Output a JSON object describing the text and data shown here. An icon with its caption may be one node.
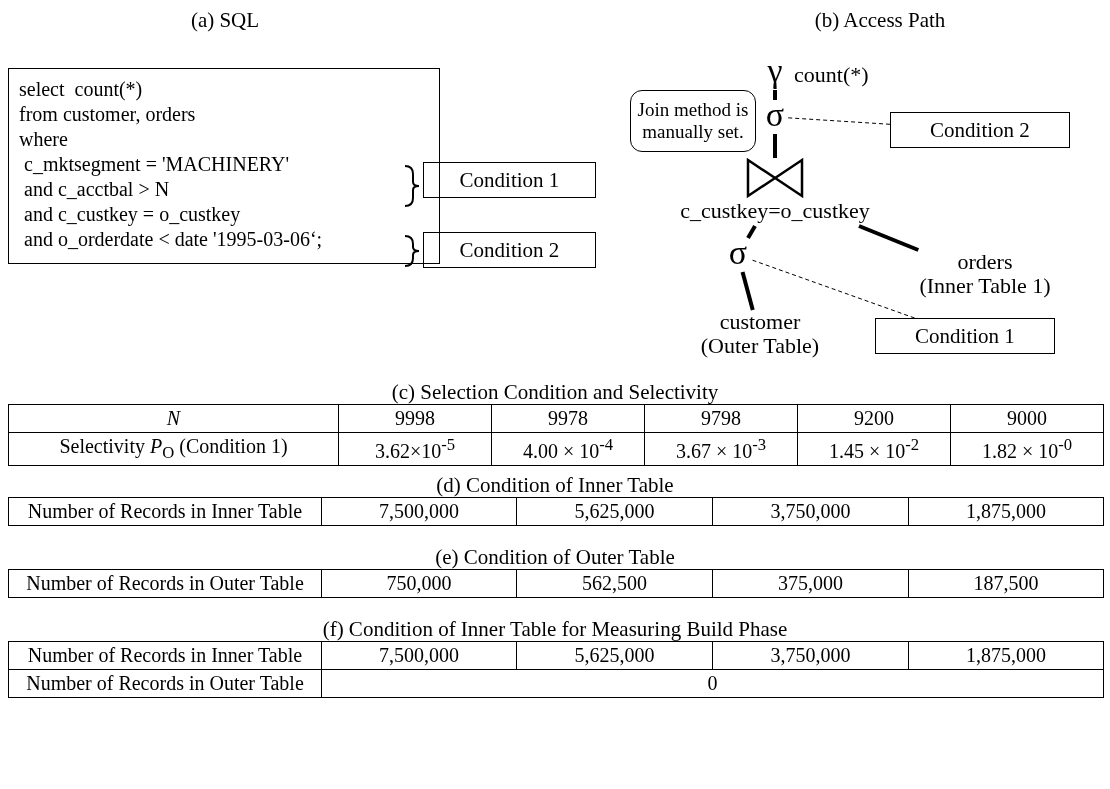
{
  "diagram": {
    "nodes": [
      {
        "text": [
          "select  count(*)",
          "from customer, orders",
          "where",
          " c_mktsegment = 'MACHINERY'",
          " and c_acctbal > N",
          " and c_custkey = o_custkey",
          " and o_orderdate < date '1995-03-06‘;"
        ]
      },
      {
        "text": [
          "Condition 1"
        ]
      },
      {
        "text": [
          "Condition 2"
        ]
      },
      {
        "text": [
          "γ"
        ],
        "beside": [
          "count(*)"
        ]
      },
      {
        "text": [
          "σ"
        ]
      },
      {
        "text": [],
        "shape": "bowtie",
        "beside": [
          "c_custkey=o_custkey"
        ]
      },
      {
        "text": [
          "σ"
        ]
      },
      {
        "text": [
          "customer",
          "(Outer Table)"
        ]
      },
      {
        "text": [
          "orders",
          "(Inner Table 1)"
        ]
      },
      {
        "text": [
          "Condition 2"
        ]
      },
      {
        "text": [
          "Condition 1"
        ]
      },
      {
        "text": [
          "Join method is manually set."
        ]
      }
    ],
    "edges": [
      {
        "from": 3,
        "to": 4,
        "arrow": "none"
      },
      {
        "from": 4,
        "to": 5,
        "arrow": "none"
      },
      {
        "from": 5,
        "to": 6,
        "arrow": "none"
      },
      {
        "from": 5,
        "to": 8,
        "arrow": "none"
      },
      {
        "from": 6,
        "to": 7,
        "arrow": "none"
      },
      {
        "from": 9,
        "to": 4,
        "arrow": "none",
        "style": "dashed"
      },
      {
        "from": 10,
        "to": 6,
        "arrow": "none",
        "style": "dashed"
      }
    ],
    "labels": [
      "(a) SQL",
      "(b) Access Path",
      "(c) Selection Condition and Selectivity",
      "*N*",
      "9998",
      "9978",
      "9798",
      "9200",
      "9000",
      "Selectivity *P*$_{O}$ (Condition 1)",
      "3.62×10$^{-5}$",
      "4.00 × 10$^{-4}$",
      "3.67 × 10$^{-3}$",
      "1.45 × 10$^{-2}$",
      "1.82 × 10$^{-0}$",
      "(d) Condition of Inner Table",
      "Number of Records in Inner Table",
      "7,500,000",
      "5,625,000",
      "3,750,000",
      "1,875,000",
      "(e) Condition of Outer Table",
      "Number of Records in Outer Table",
      "750,000",
      "562,500",
      "375,000",
      "187,500",
      "(f) Condition of Inner Table for Measuring Build Phase",
      "Number of Records in Inner Table",
      "7,500,000",
      "5,625,000",
      "3,750,000",
      "1,875,000",
      "Number of Records in Outer Table",
      "0"
    ]
  }
}
